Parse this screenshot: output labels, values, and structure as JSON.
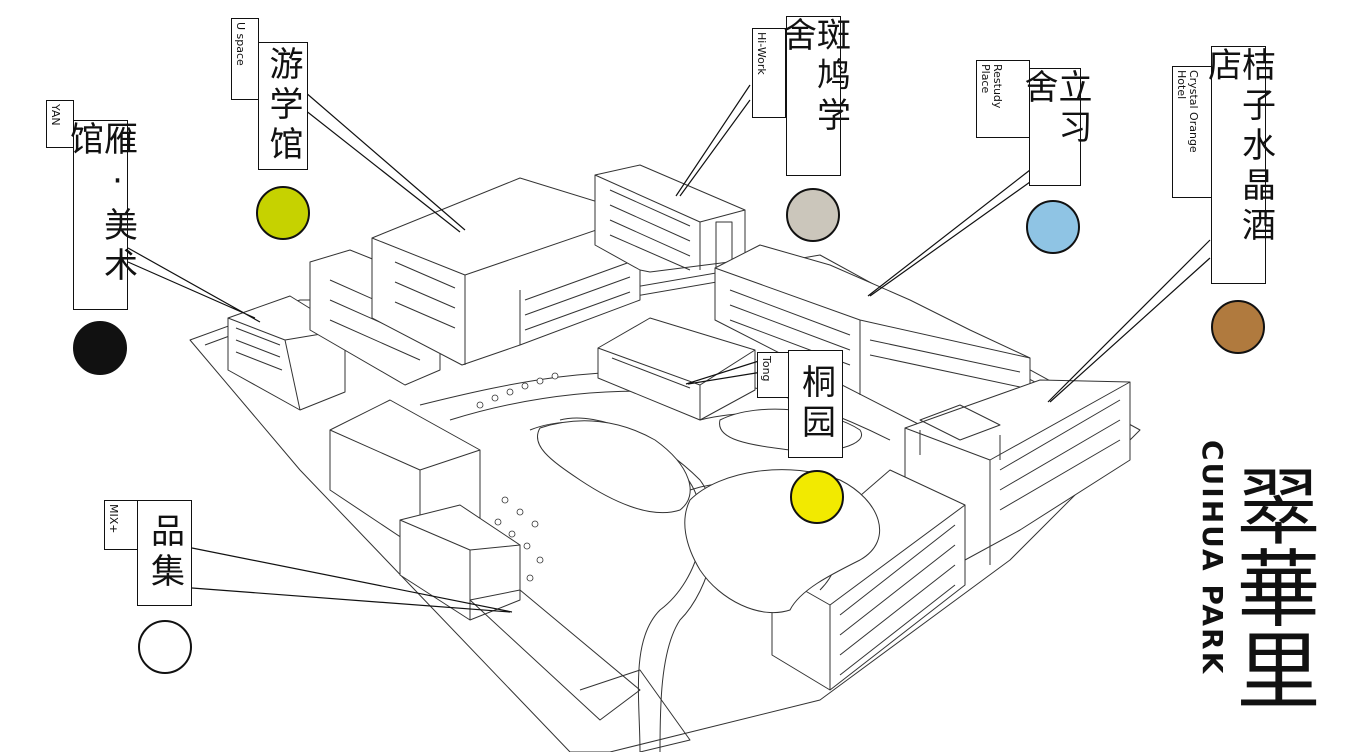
{
  "labels": [
    {
      "id": "yan",
      "cn": "雁·美术馆",
      "en": "YAN",
      "color": "#111111"
    },
    {
      "id": "uspace",
      "cn": "游学馆",
      "en": "U space",
      "color": "#c6d200"
    },
    {
      "id": "hiwork",
      "cn": "斑鸠学舍",
      "en": "Hi-Work",
      "color": "#cbc6bb"
    },
    {
      "id": "restudy",
      "cn": "立习舍",
      "en": "Restudy\nPlace",
      "color": "#8fc4e4"
    },
    {
      "id": "crystal",
      "cn": "桔子水晶酒店",
      "en": "Crystal Orange\nHotel",
      "color": "#b07a3e"
    },
    {
      "id": "tong",
      "cn": "桐园",
      "en": "Tong",
      "color": "#f2ea00"
    },
    {
      "id": "mix",
      "cn": "品集",
      "en": "MIX+",
      "color": "#ffffff"
    }
  ],
  "brand": {
    "cn": "翠華里",
    "en": "CUIHUA PARK"
  }
}
